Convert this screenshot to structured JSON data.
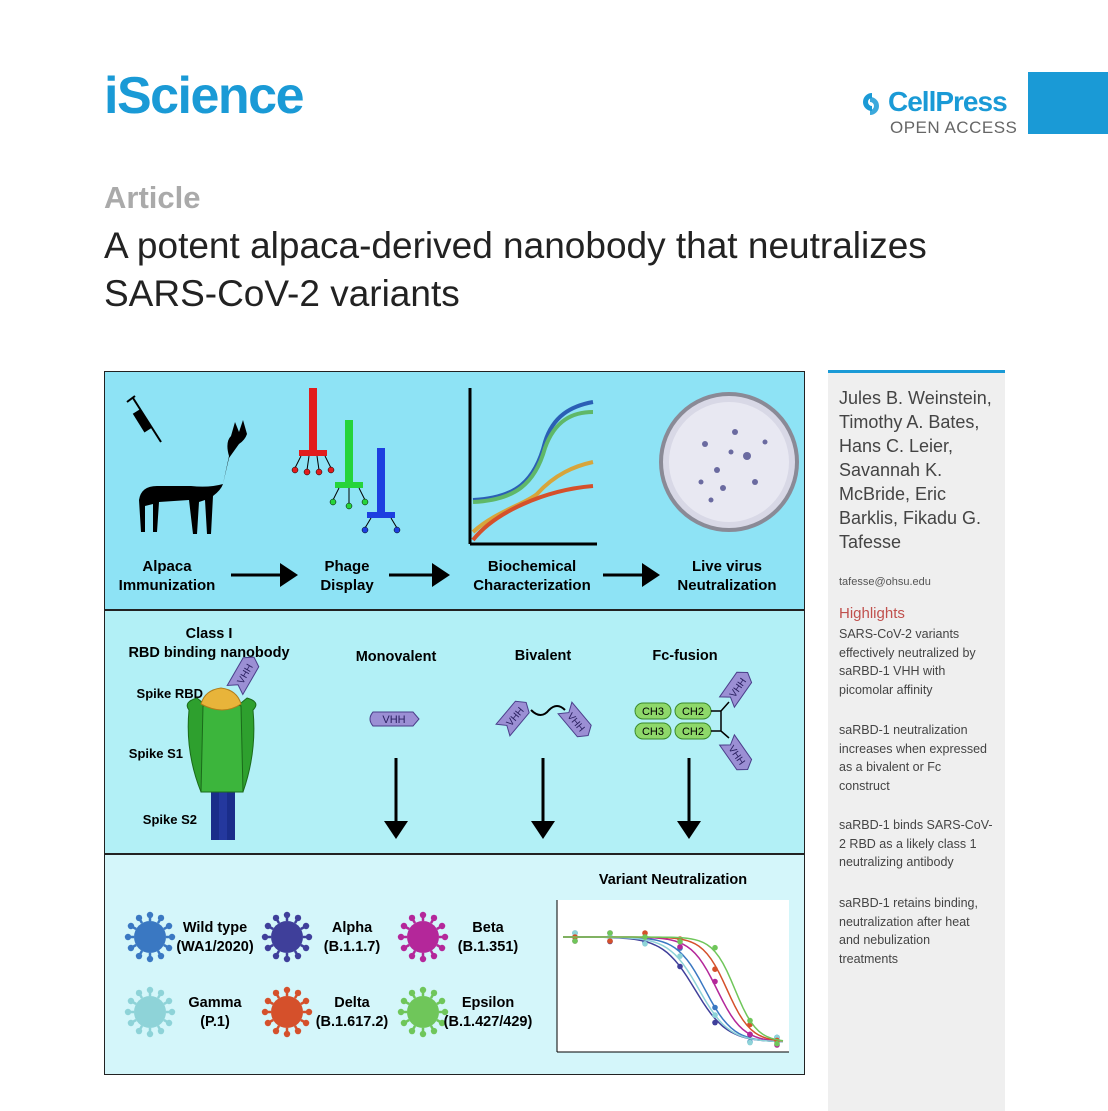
{
  "header": {
    "journal": "iScience",
    "publisher": "CellPress",
    "access": "OPEN ACCESS"
  },
  "article": {
    "type": "Article",
    "title_line1": "A potent alpaca-derived nanobody that neutralizes",
    "title_line2": "SARS-CoV-2 variants"
  },
  "sidebar": {
    "authors": [
      "Jules B. Weinstein,",
      "Timothy A. Bates,",
      "Hans C. Leier,",
      "Savannah K.",
      "McBride, Eric",
      "Barklis, Fikadu G.",
      "Tafesse"
    ],
    "email": "tafesse@ohsu.edu",
    "highlights_heading": "Highlights",
    "highlights": [
      [
        "SARS-CoV-2 variants",
        "effectively neutralized by",
        "saRBD-1 VHH with",
        "picomolar affinity"
      ],
      [
        "saRBD-1 neutralization",
        "increases when expressed",
        "as a bivalent or Fc",
        "construct"
      ],
      [
        "saRBD-1 binds SARS-CoV-",
        "2 RBD as a likely class 1",
        "neutralizing antibody"
      ],
      [
        "saRBD-1 retains binding,",
        "neutralization after heat",
        "and nebulization",
        "treatments"
      ]
    ]
  },
  "graphical_abstract": {
    "workflow": [
      {
        "line1": "Alpaca",
        "line2": "Immunization"
      },
      {
        "line1": "Phage",
        "line2": "Display"
      },
      {
        "line1": "Biochemical",
        "line2": "Characterization"
      },
      {
        "line1": "Live virus",
        "line2": "Neutralization"
      }
    ],
    "class_label_1": "Class I",
    "class_label_2": "RBD binding nanobody",
    "spike_rbd": "Spike RBD",
    "spike_s1": "Spike S1",
    "spike_s2": "Spike S2",
    "vhh": "VHH",
    "ch2": "CH2",
    "ch3": "CH3",
    "formats": [
      "Monovalent",
      "Bivalent",
      "Fc-fusion"
    ],
    "neutralization_title": "Variant Neutralization",
    "variants": [
      {
        "name": "Wild type",
        "lineage": "(WA1/2020)",
        "color": "#3a78c2"
      },
      {
        "name": "Alpha",
        "lineage": "(B.1.1.7)",
        "color": "#3f3f9a"
      },
      {
        "name": "Beta",
        "lineage": "(B.1.351)",
        "color": "#b4279a"
      },
      {
        "name": "Gamma",
        "lineage": "(P.1)",
        "color": "#8ed3d8"
      },
      {
        "name": "Delta",
        "lineage": "(B.1.617.2)",
        "color": "#d5502b"
      },
      {
        "name": "Epsilon",
        "lineage": "(B.1.427/429)",
        "color": "#6fc65a"
      }
    ],
    "colors": {
      "panel_top": "#8ee3f5",
      "panel_mid": "#b2f0f6",
      "panel_bottom": "#d4f6fa",
      "vhh": "#9b8fd4"
    }
  }
}
